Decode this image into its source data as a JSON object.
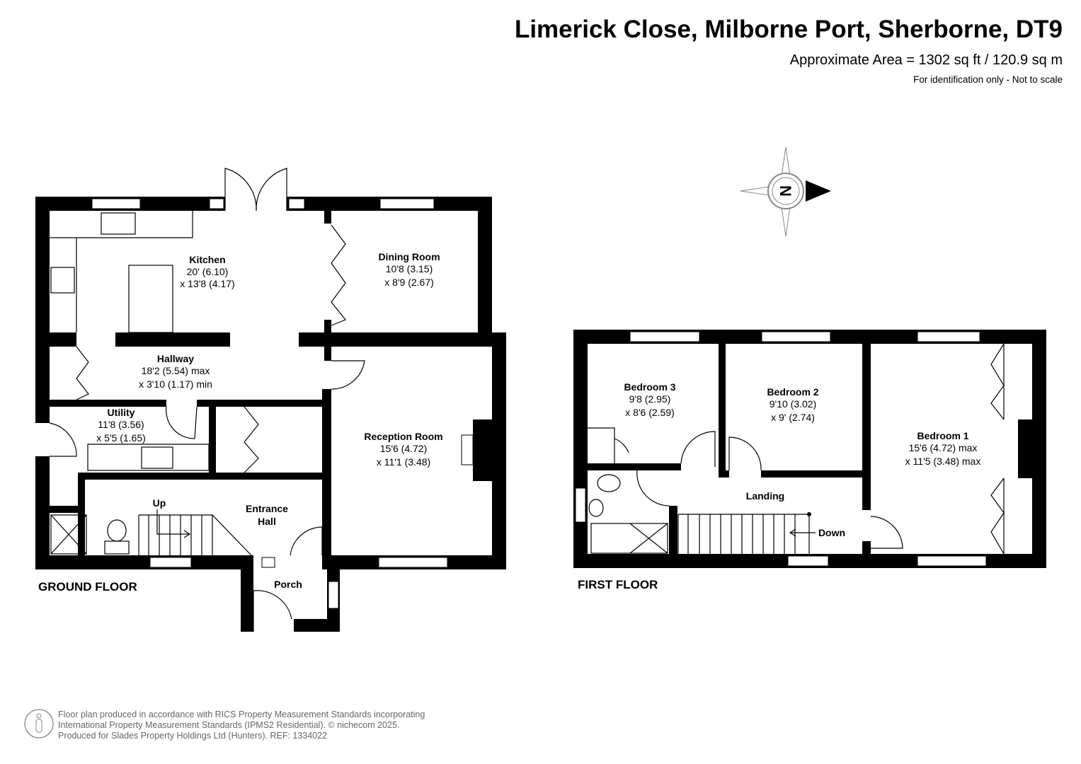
{
  "header": {
    "title": "Limerick Close, Milborne Port, Sherborne, DT9",
    "area": "Approximate Area = 1302 sq ft / 120.9 sq m",
    "note": "For identification only - Not to scale"
  },
  "ground_floor": {
    "label": "GROUND FLOOR",
    "rooms": [
      {
        "name": "Kitchen",
        "dim1": "20' (6.10)",
        "dim2": "x 13'8 (4.17)"
      },
      {
        "name": "Dining Room",
        "dim1": "10'8 (3.15)",
        "dim2": "x 8'9 (2.67)"
      },
      {
        "name": "Hallway",
        "dim1": "18'2 (5.54) max",
        "dim2": "x 3'10 (1.17) min"
      },
      {
        "name": "Utility",
        "dim1": "11'8 (3.56)",
        "dim2": "x 5'5 (1.65)"
      },
      {
        "name": "Reception Room",
        "dim1": "15'6 (4.72)",
        "dim2": "x 11'1 (3.48)"
      },
      {
        "name": "Entrance",
        "name2": "Hall"
      },
      {
        "name": "Porch"
      }
    ],
    "stairs_label": "Up"
  },
  "first_floor": {
    "label": "FIRST FLOOR",
    "rooms": [
      {
        "name": "Bedroom 3",
        "dim1": "9'8 (2.95)",
        "dim2": "x 8'6 (2.59)"
      },
      {
        "name": "Bedroom 2",
        "dim1": "9'10 (3.02)",
        "dim2": "x 9' (2.74)"
      },
      {
        "name": "Bedroom 1",
        "dim1": "15'6 (4.72) max",
        "dim2": "x 11'5 (3.48) max"
      },
      {
        "name": "Landing"
      }
    ],
    "stairs_label": "Down"
  },
  "compass": {
    "letter": "N"
  },
  "footer": {
    "line1": "Floor plan produced in accordance with RICS Property Measurement Standards incorporating",
    "line2": "International Property Measurement Standards (IPMS2 Residential).   © nichecom 2025.",
    "line3": "Produced for Slades Property Holdings Ltd (Hunters).   REF:  1334022"
  }
}
